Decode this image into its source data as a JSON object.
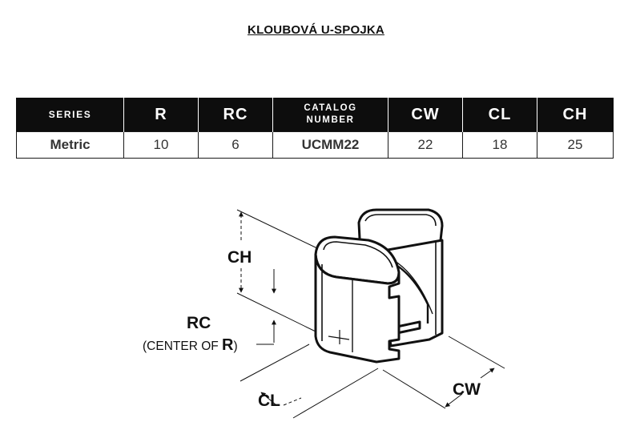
{
  "title": "KLOUBOVÁ U-SPOJKA",
  "table": {
    "headers": [
      "SERIES",
      "R",
      "RC",
      "CATALOG",
      "NUMBER",
      "CW",
      "CL",
      "CH"
    ],
    "row": [
      "Metric",
      "10",
      "6",
      "UCMM22",
      "22",
      "18",
      "25"
    ]
  },
  "diagram": {
    "labels": {
      "ch": "CH",
      "rc": "RC",
      "center_prefix": "(CENTER OF ",
      "center_r": "R",
      "center_suffix": ")",
      "cl": "CL",
      "cw": "CW"
    }
  }
}
